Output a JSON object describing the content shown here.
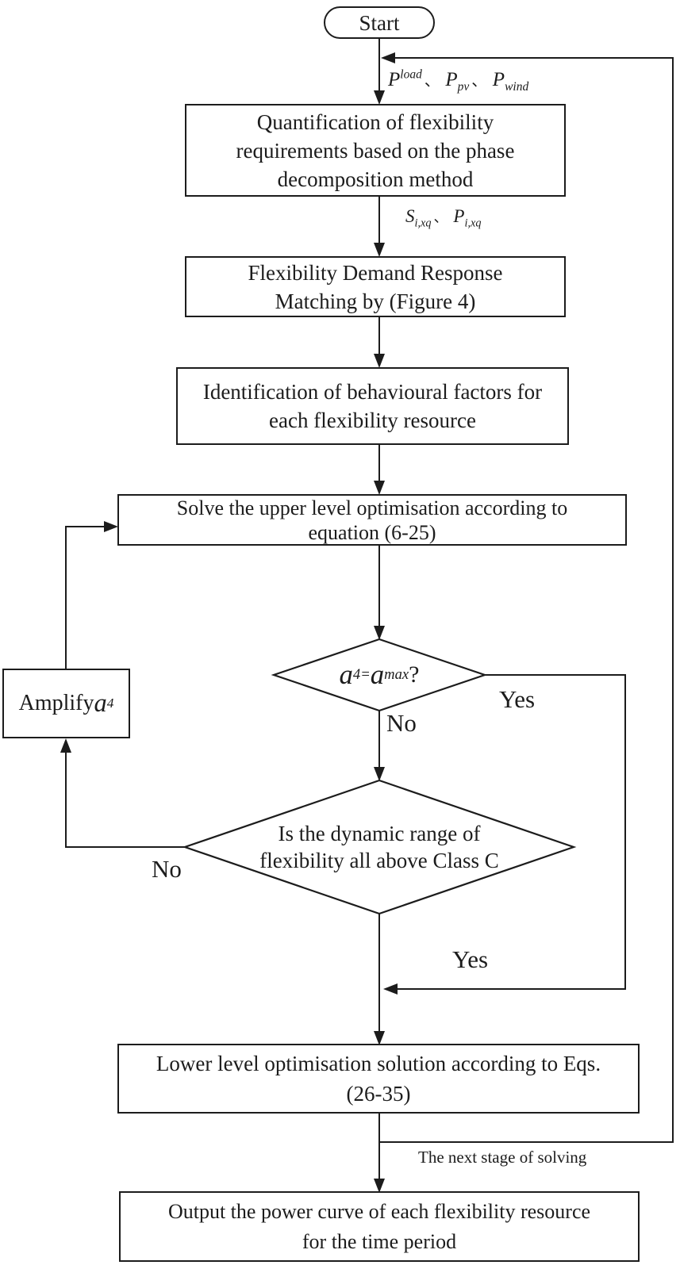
{
  "flowchart": {
    "colors": {
      "line": "#1c1c1c",
      "background": "#ffffff"
    },
    "nodes": {
      "start": {
        "label": "Start"
      },
      "quantification": {
        "label": "Quantification of flexibility\nrequirements based on the phase\ndecomposition method"
      },
      "matching": {
        "label": "Flexibility Demand Response\nMatching by (Figure 4)"
      },
      "identification": {
        "label": "Identification of behavioural factors for\neach flexibility resource"
      },
      "upper_level": {
        "label": "Solve the upper level optimisation according to\nequation (6-25)"
      },
      "decision_a4": {
        "text": "a4=amax ?",
        "rich": [
          {
            "t": "a",
            "style": "i-lg"
          },
          {
            "t": "4=",
            "style": "i-sub"
          },
          {
            "t": "a",
            "style": "i-lg"
          },
          {
            "t": "max",
            "style": "i-sub"
          },
          {
            "t": " ?",
            "style": ""
          }
        ]
      },
      "amplify": {
        "text": "Amplify a4",
        "rich": [
          {
            "t": "Amplify ",
            "style": ""
          },
          {
            "t": "a",
            "style": "i-lg"
          },
          {
            "t": "4",
            "style": "i-sub"
          }
        ]
      },
      "decision_range": {
        "label": "Is the dynamic range of\nflexibility all above Class C"
      },
      "lower_level": {
        "label": "Lower level optimisation solution according to Eqs.\n(26-35)"
      },
      "output": {
        "label": "Output the power curve of each flexibility resource\nfor the time period"
      }
    },
    "edge_labels": {
      "inputs": {
        "text": "Pload、Ppv、Pwind",
        "rich": [
          {
            "t": "P",
            "style": "i"
          },
          {
            "t": "load",
            "style": "i-sup"
          },
          {
            "t": "、",
            "style": "cjk"
          },
          {
            "t": "P",
            "style": "i"
          },
          {
            "t": "pv",
            "style": "i-sub"
          },
          {
            "t": "、",
            "style": "cjk"
          },
          {
            "t": "P",
            "style": "i"
          },
          {
            "t": "wind",
            "style": "i-sub"
          }
        ]
      },
      "phase_outputs": {
        "text": "Si,xq、Pi,xq",
        "rich": [
          {
            "t": "S",
            "style": "i"
          },
          {
            "t": "i,xq",
            "style": "i-sub"
          },
          {
            "t": "、",
            "style": "cjk"
          },
          {
            "t": "P",
            "style": "i"
          },
          {
            "t": "i,xq",
            "style": "i-sub"
          }
        ]
      },
      "decision_a4_yes": "Yes",
      "decision_a4_no": "No",
      "decision_range_no": "No",
      "decision_range_yes": "Yes",
      "next_stage": "The next stage of solving"
    }
  }
}
